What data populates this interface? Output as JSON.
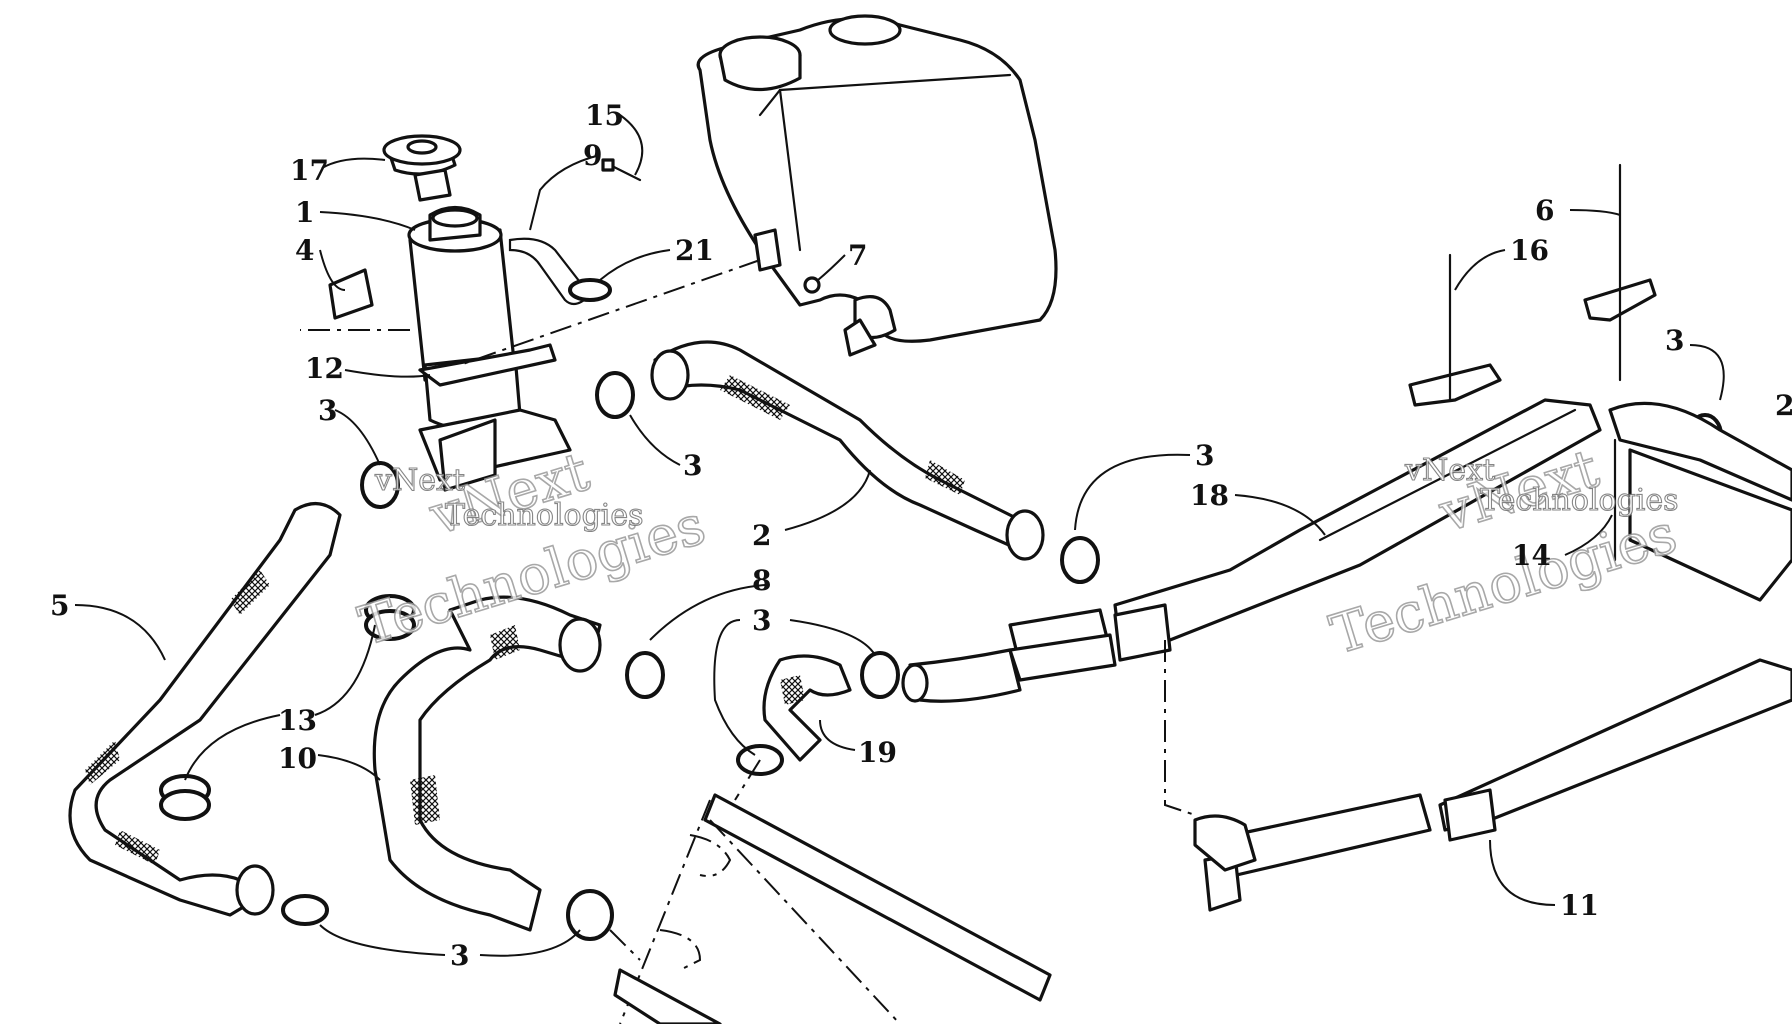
{
  "watermarks": [
    {
      "line1": "vNext",
      "line2": "Technologies"
    },
    {
      "line1": "vNext",
      "line2": "Technologies"
    }
  ],
  "callouts": [
    {
      "id": "c17",
      "label": "17"
    },
    {
      "id": "c1",
      "label": "1"
    },
    {
      "id": "c4",
      "label": "4"
    },
    {
      "id": "c12",
      "label": "12"
    },
    {
      "id": "c3a",
      "label": "3"
    },
    {
      "id": "c15",
      "label": "15"
    },
    {
      "id": "c9",
      "label": "9"
    },
    {
      "id": "c21",
      "label": "21"
    },
    {
      "id": "c7",
      "label": "7"
    },
    {
      "id": "c3b",
      "label": "3"
    },
    {
      "id": "c5",
      "label": "5"
    },
    {
      "id": "c13",
      "label": "13"
    },
    {
      "id": "c10",
      "label": "10"
    },
    {
      "id": "c3c",
      "label": "3"
    },
    {
      "id": "c2",
      "label": "2"
    },
    {
      "id": "c8",
      "label": "8"
    },
    {
      "id": "c3d",
      "label": "3"
    },
    {
      "id": "c19",
      "label": "19"
    },
    {
      "id": "c3e",
      "label": "3"
    },
    {
      "id": "c18",
      "label": "18"
    },
    {
      "id": "c6",
      "label": "6"
    },
    {
      "id": "c16",
      "label": "16"
    },
    {
      "id": "c3f",
      "label": "3"
    },
    {
      "id": "c2b",
      "label": "2"
    },
    {
      "id": "c14",
      "label": "14"
    },
    {
      "id": "c11",
      "label": "11"
    }
  ]
}
